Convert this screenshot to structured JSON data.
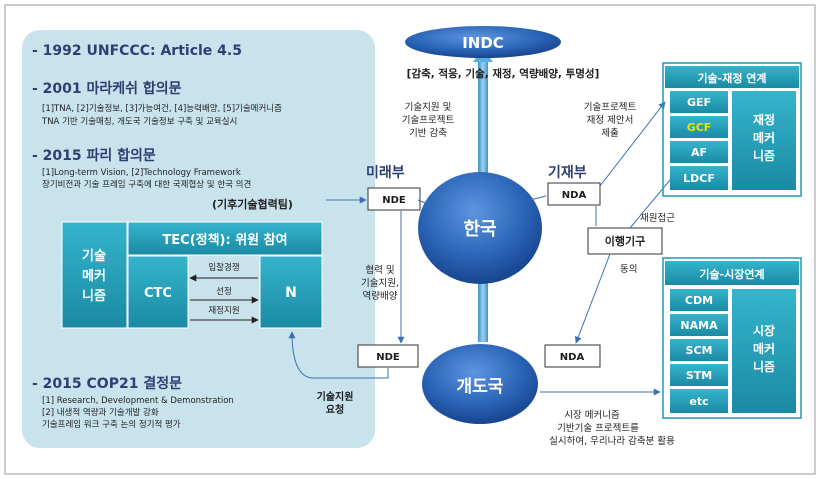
{
  "left_panel": {
    "heading1": "- 1992 UNFCCC: Article 4.5",
    "heading2": "- 2001 마라케쉬 합의문",
    "detail2_line1": "[1]TNA, [2]기술정보, [3]가능여건, [4]능력배양, [5]기술메커니즘",
    "detail2_line2": "TNA 기반 기술매칭, 개도국 기술정보 구축 및 교육실시",
    "heading3": "- 2015 파리 합의문",
    "detail3_line1": "[1]Long-term Vision, [2]Technology Framework",
    "detail3_line2": "장기비전과 기술 프레임 구축에 대한 국제협상 및 한국 의견",
    "ctc_label": "(기후기술협력팀)",
    "tec_header": "TEC(정책): 위원 참여",
    "tech_mech": [
      "기술",
      "메커",
      "니즘"
    ],
    "ctc": "CTC",
    "n_box": "N",
    "arrow_bid": "입찰경쟁",
    "arrow_select": "선정",
    "arrow_fund": "재정지원",
    "heading4": "- 2015 COP21 결정문",
    "detail4_line1": "[1] Research, Development & Demonstration",
    "detail4_line2": "[2] 내생적 역량과 기술개발 강화",
    "detail4_line3": "기술프레임 워크 구축 논의 정기적 평가"
  },
  "center": {
    "indc": "INDC",
    "indc_sub": "[감축, 적응, 기술, 재정, 역량배양, 투명성]",
    "support_text": [
      "기술지원 및",
      "기술프로젝트",
      "기반 감축"
    ],
    "msip": "미래부",
    "nde_top": "NDE",
    "korea": "한국",
    "mosf": "기재부",
    "nda_top": "NDA",
    "project_text": [
      "기술프로젝트",
      "재정 제안서",
      "제출"
    ],
    "cooperation_text": [
      "협력 및",
      "기술지원,",
      "역량배양"
    ],
    "nde_bottom": "NDE",
    "nda_bottom": "NDA",
    "developing": "개도국",
    "request_text": [
      "기술지원",
      "요청"
    ],
    "fund_access": "재원접근",
    "agree": "동의",
    "implementing": "이행기구",
    "bottom_text": [
      "시장 메커니즘",
      "기반기술 프로젝트를",
      "실시하여, 우리나라 감축분 활용"
    ]
  },
  "finance_panel": {
    "header": "기술-재정 연계",
    "items": [
      "GEF",
      "GCF",
      "AF",
      "LDCF"
    ],
    "side_label": [
      "재정",
      "메커",
      "니즘"
    ],
    "highlight_color": "#e6e600"
  },
  "market_panel": {
    "header": "기술-시장연계",
    "items": [
      "CDM",
      "NAMA",
      "SCM",
      "STM",
      "etc"
    ],
    "side_label": [
      "시장",
      "메커",
      "니즘"
    ]
  },
  "colors": {
    "panel_bg": "#c9e3ec",
    "box_teal": "#1f9bb5",
    "ellipse_blue": "#2a63b5",
    "title_navy": "#2c3f73"
  }
}
